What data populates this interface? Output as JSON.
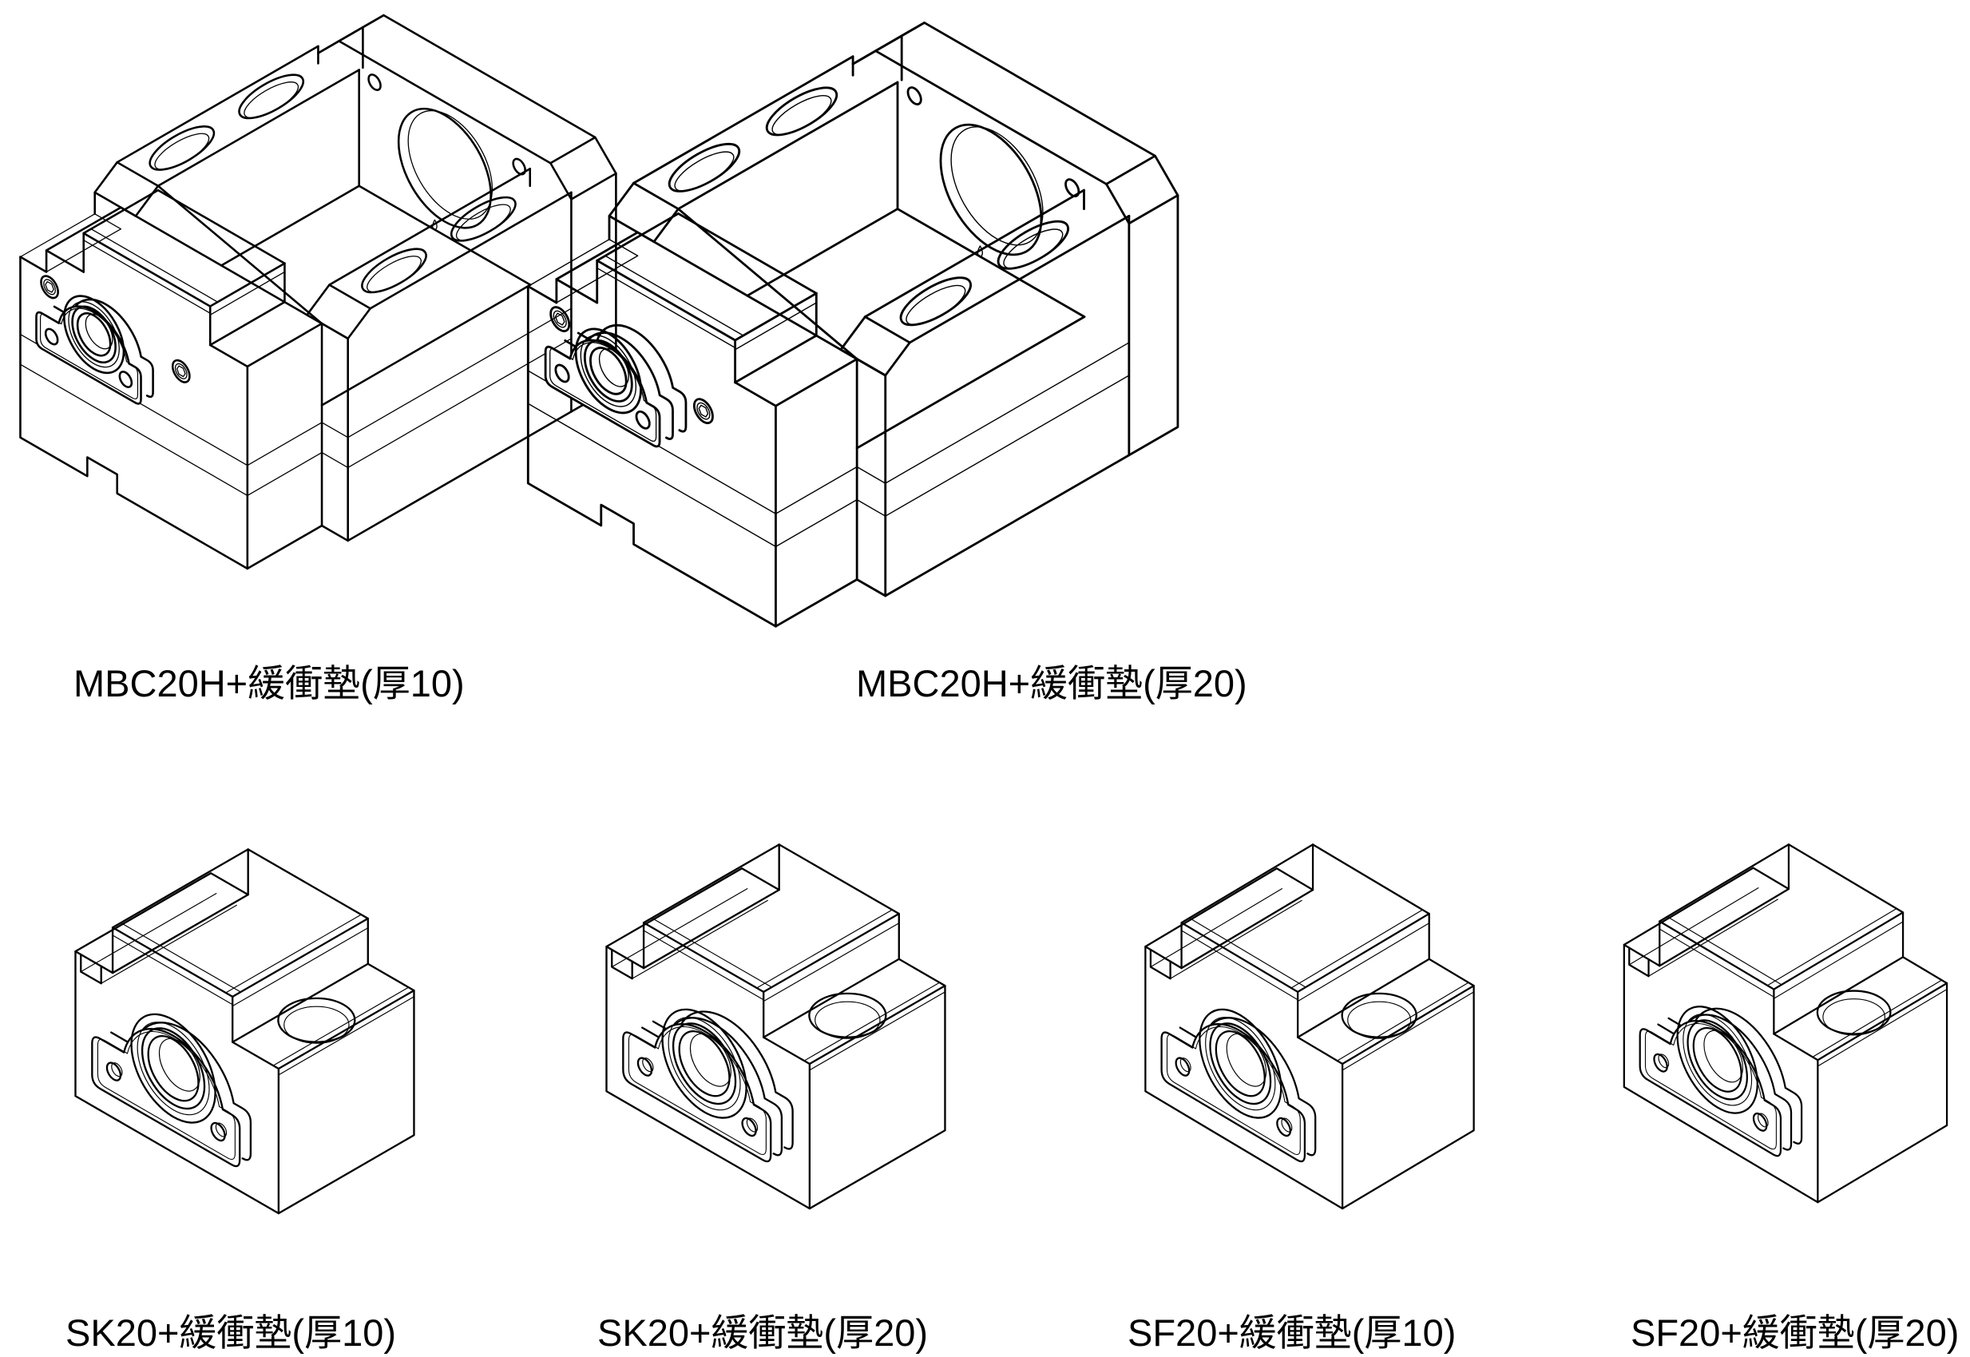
{
  "page": {
    "background": "#ffffff",
    "ink": "#000000",
    "description_domain": "mechanical CAD isometric drawings of support units with cushion pads"
  },
  "figures": [
    {
      "id": "mbc20h-pad10",
      "part": "MBC20H",
      "pad": "緩衝墊",
      "thickness": "厚10",
      "label": "MBC20H+緩衝墊(厚10)"
    },
    {
      "id": "mbc20h-pad20",
      "part": "MBC20H",
      "pad": "緩衝墊",
      "thickness": "厚20",
      "label": "MBC20H+緩衝墊(厚20)"
    },
    {
      "id": "sk20-pad10",
      "part": "SK20",
      "pad": "緩衝墊",
      "thickness": "厚10",
      "label": "SK20+緩衝墊(厚10)"
    },
    {
      "id": "sk20-pad20",
      "part": "SK20",
      "pad": "緩衝墊",
      "thickness": "厚20",
      "label": "SK20+緩衝墊(厚20)"
    },
    {
      "id": "sf20-pad10",
      "part": "SF20",
      "pad": "緩衝墊",
      "thickness": "厚10",
      "label": "SF20+緩衝墊(厚10)"
    },
    {
      "id": "sf20-pad20",
      "part": "SF20",
      "pad": "緩衝墊",
      "thickness": "厚20",
      "label": "SF20+緩衝墊(厚20)"
    }
  ]
}
